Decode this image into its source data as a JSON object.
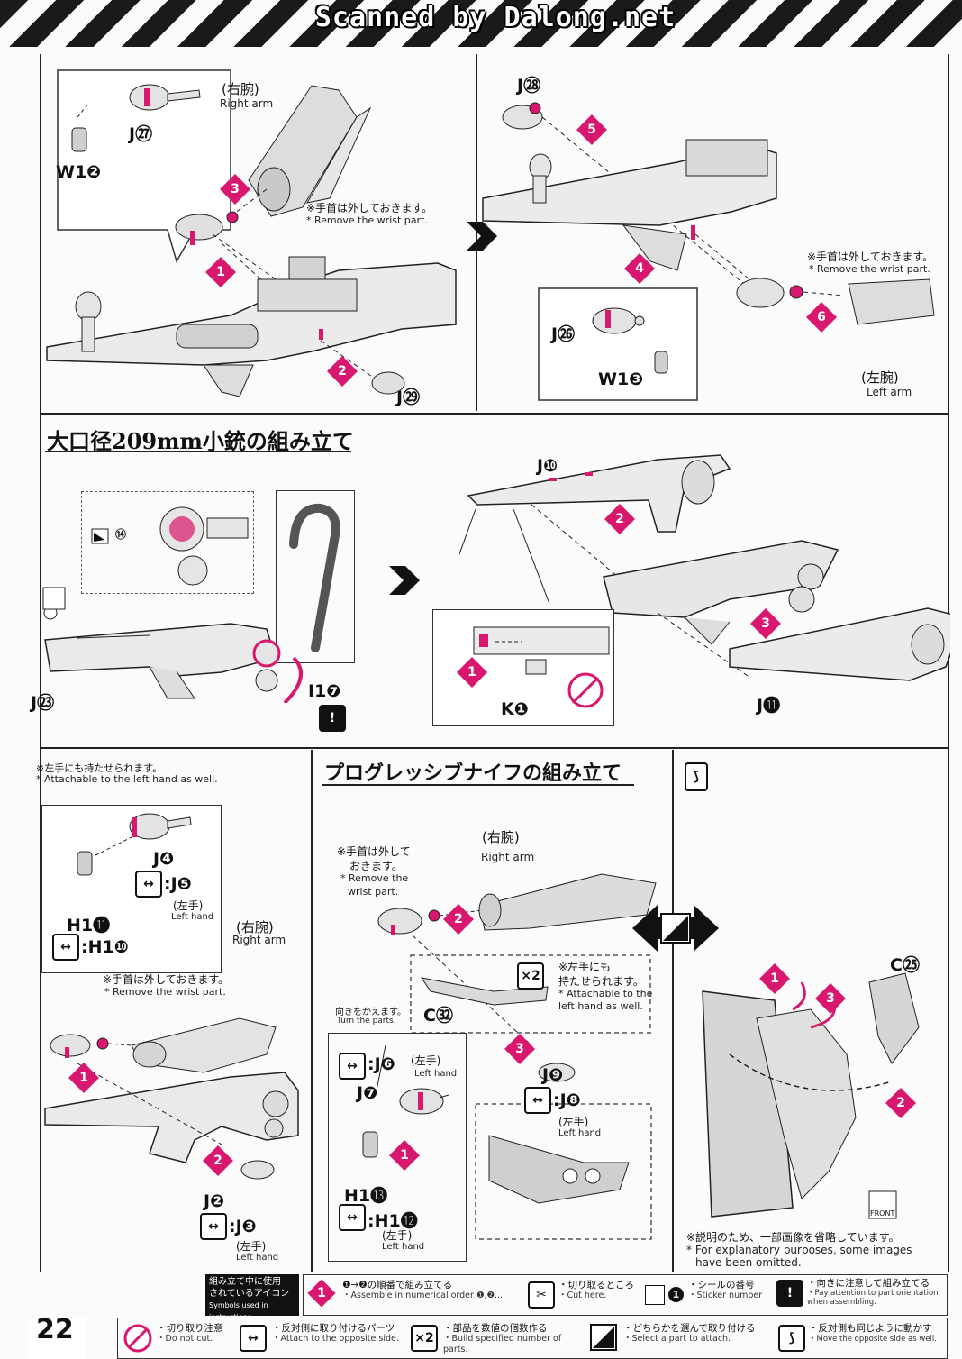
{
  "banner": "Scanned by Dalong.net",
  "page_number": "22",
  "top_left": {
    "arm_jp": "(右腕)",
    "arm_en": "Right arm",
    "note_jp": "※手首は外しておきます。",
    "note_en": "* Remove the wrist part.",
    "part_j27": "J㉗",
    "part_w12": "W1❷",
    "part_j29": "J㉙",
    "steps": [
      "1",
      "2",
      "3"
    ]
  },
  "top_right": {
    "part_j28": "J㉘",
    "note_jp": "※手首は外しておきます。",
    "note_en": "* Remove the wrist part.",
    "part_j26": "J㉖",
    "part_w13": "W1❸",
    "arm_jp": "(左腕)",
    "arm_en": "Left arm",
    "steps": [
      "4",
      "5",
      "6"
    ]
  },
  "middle": {
    "title": "大口径209mm小銃の組み立て",
    "sticker": "⑭",
    "part_j23": "J㉓",
    "part_i17": "I1❼",
    "part_j10": "J❿",
    "part_j11": "J⓫",
    "part_k1": "K❶",
    "steps": [
      "1",
      "2",
      "3"
    ]
  },
  "bottom_left": {
    "note_jp": "※左手にも持たせられます。",
    "note_en": "* Attachable to the left hand as well.",
    "part_j4": "J❹",
    "alt_j5": ":J❺",
    "left_hand_jp": "(左手)",
    "left_hand_en": "Left hand",
    "part_h111": "H1⓫",
    "alt_h110": ":H1❿",
    "arm_jp": "(右腕)",
    "arm_en": "Right arm",
    "wrist_jp": "※手首は外しておきます。",
    "wrist_en": "* Remove the wrist part.",
    "part_j2": "J❷",
    "alt_j3": ":J❸",
    "steps": [
      "1",
      "2"
    ]
  },
  "bottom_mid": {
    "title": "プログレッシブナイフの組み立て",
    "arm_jp": "(右腕)",
    "arm_en": "Right arm",
    "wrist_jp1": "※手首は外して",
    "wrist_jp2": "おきます。",
    "wrist_en1": "* Remove the",
    "wrist_en2": "wrist part.",
    "x2": "×2",
    "note_jp1": "※左手にも",
    "note_jp2": "持たせられます。",
    "note_en1": "* Attachable to the",
    "note_en2": "left hand as well.",
    "part_c32": "C㉜",
    "turn_jp": "向きをかえます。",
    "turn_en": "Turn the parts.",
    "alt_j6": ":J❻",
    "part_j7": "J❼",
    "part_j9": "J❾",
    "alt_j8": ":J❽",
    "part_h113": "H1⓭",
    "alt_h112": ":H1⓬",
    "left_hand_jp": "(左手)",
    "left_hand_en": "Left hand",
    "steps": [
      "1",
      "2",
      "3"
    ]
  },
  "bottom_right": {
    "part_c25": "C㉕",
    "front": "FRONT",
    "omit_jp": "※説明のため、一部画像を省略しています。",
    "omit_en1": "* For explanatory purposes, some images",
    "omit_en2": "have been omitted.",
    "steps": [
      "1",
      "2",
      "3"
    ]
  },
  "legend": {
    "header_jp1": "組み立て中に使用",
    "header_jp2": "されているアイコン",
    "header_en": "Symbols used in instructions",
    "items": [
      {
        "icon": "numbered-order-icon",
        "jp": "❶→❷の順番で組み立てる",
        "en": "・Assemble in numerical order ❶,❷..."
      },
      {
        "icon": "cut-here-icon",
        "jp": "・切り取るところ",
        "en": "・Cut here."
      },
      {
        "icon": "sticker-number-icon",
        "jp": "・シールの番号",
        "en": "・Sticker number"
      },
      {
        "icon": "orientation-icon",
        "jp": "・向きに注意して組み立てる",
        "en": "・Pay attention to part orientation when assembling."
      },
      {
        "icon": "do-not-cut-icon",
        "jp": "・切り取り注意",
        "en": "・Do not cut."
      },
      {
        "icon": "opposite-side-icon",
        "jp": "・反対側に取り付けるパーツ",
        "en": "・Attach to the opposite side."
      },
      {
        "icon": "multiply-icon",
        "jp": "・部品を数値の個数作る",
        "en": "・Build specified number of parts."
      },
      {
        "icon": "select-part-icon",
        "jp": "・どちらかを選んで取り付ける",
        "en": "・Select a part to attach."
      },
      {
        "icon": "move-opposite-icon",
        "jp": "・反対側も同じように動かす",
        "en": "・Move the opposite side as well."
      }
    ]
  },
  "colors": {
    "accent": "#d8186e",
    "ink": "#111111",
    "part_fill": "#d6d6d6"
  }
}
